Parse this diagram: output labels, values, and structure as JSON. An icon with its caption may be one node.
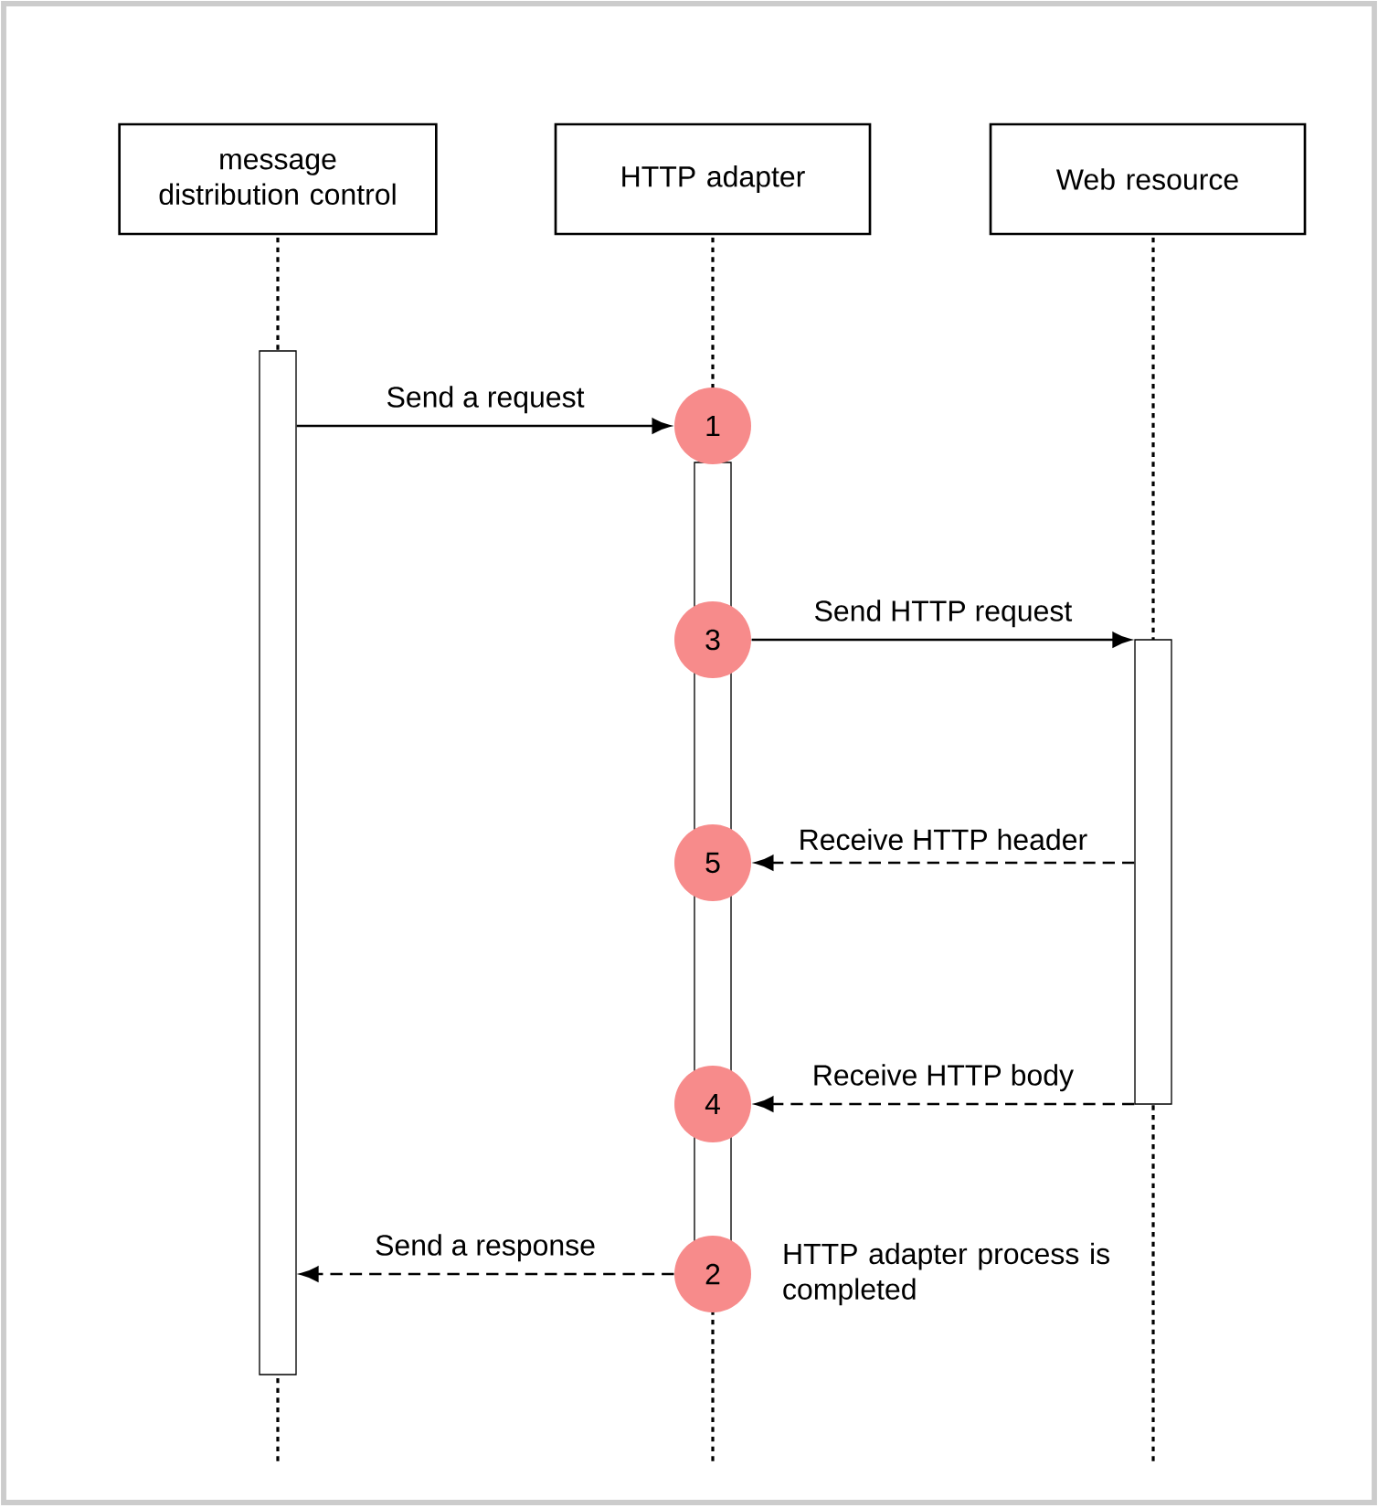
{
  "diagram": {
    "nodes": [
      {
        "text": [
          "message distribution control"
        ]
      },
      {
        "text": [
          "HTTP adapter"
        ]
      },
      {
        "text": [
          "Web resource"
        ]
      },
      {
        "text": [],
        "shape": "bar"
      },
      {
        "text": [],
        "shape": "bar"
      },
      {
        "text": [],
        "shape": "bar"
      },
      {
        "text": [
          "1"
        ]
      },
      {
        "text": [
          "3"
        ]
      },
      {
        "text": [
          "5"
        ]
      },
      {
        "text": [
          "4"
        ]
      },
      {
        "text": [
          "2"
        ],
        "beside": [
          "HTTP adapter process is completed"
        ]
      }
    ],
    "edges": [
      {
        "from": 3,
        "to": 6,
        "arrow": "to",
        "label": "Send a request"
      },
      {
        "from": 7,
        "to": 5,
        "arrow": "to",
        "label": "Send HTTP request"
      },
      {
        "from": 5,
        "to": 8,
        "arrow": "to",
        "label": "Receive HTTP header",
        "style": "dashed"
      },
      {
        "from": 5,
        "to": 9,
        "arrow": "to",
        "label": "Receive HTTP body",
        "style": "dashed"
      },
      {
        "from": 10,
        "to": 3,
        "arrow": "to",
        "label": "Send a response",
        "style": "dashed"
      }
    ]
  }
}
